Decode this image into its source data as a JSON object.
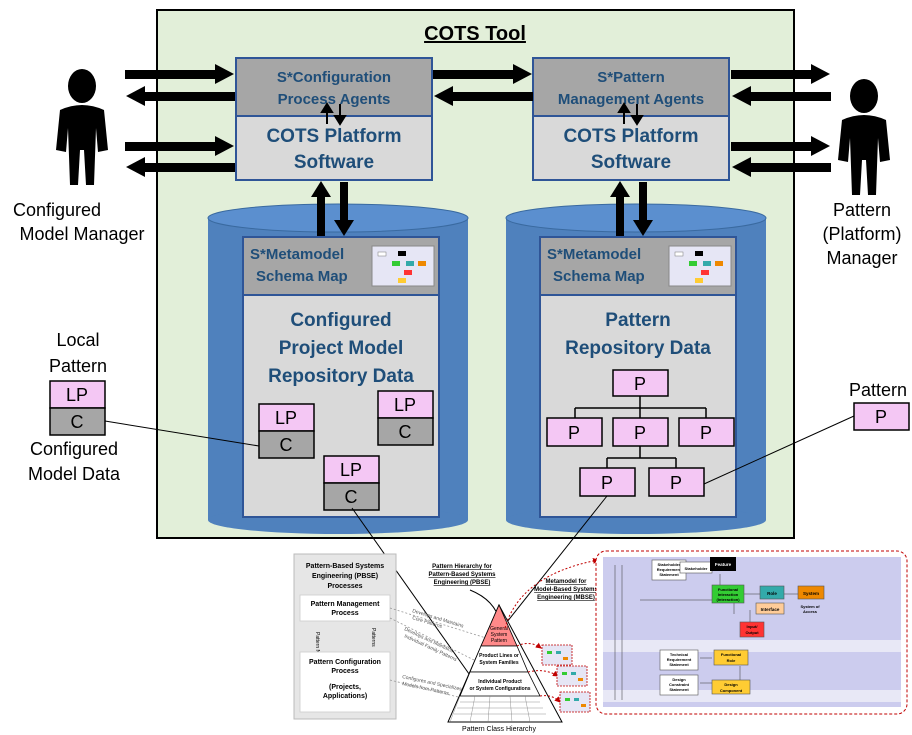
{
  "tool": {
    "title": "COTS Tool"
  },
  "left_stack": {
    "agents": [
      "S*Configuration",
      "Process  Agents"
    ],
    "platform": [
      "COTS Platform",
      "Software"
    ]
  },
  "right_stack": {
    "agents": [
      "S*Pattern",
      "Management Agents"
    ],
    "platform": [
      "COTS Platform",
      "Software"
    ]
  },
  "left_repo": {
    "schema": [
      "S*Metamodel",
      "Schema Map"
    ],
    "data": [
      "Configured",
      "Project Model",
      "Repository Data"
    ],
    "lp_label": "LP",
    "c_label": "C"
  },
  "right_repo": {
    "schema": [
      "S*Metamodel",
      "Schema Map"
    ],
    "data": [
      "Pattern",
      "Repository Data"
    ],
    "p_label": "P"
  },
  "actors": {
    "left": [
      "Configured",
      "Model Manager"
    ],
    "right": [
      "Pattern",
      "(Platform)",
      "Manager"
    ]
  },
  "legend": {
    "local_pattern": [
      "Local",
      "Pattern"
    ],
    "lp": "LP",
    "c": "C",
    "configured_model_data": [
      "Configured",
      "Model Data"
    ],
    "pattern": "Pattern",
    "p": "P"
  },
  "pbse": {
    "title": [
      "Pattern-Based Systems",
      "Engineering (PBSE)",
      "Processes"
    ],
    "mgmt": [
      "Pattern Management",
      "Process"
    ],
    "config": [
      "Pattern Configuration",
      "Process"
    ],
    "config_sub": [
      "(Projects,",
      "Applications)"
    ],
    "side_left": "Pattern Needs",
    "side_right": "Patterns",
    "note1": [
      "Develops and Maintains",
      "Core Patterns"
    ],
    "note2": [
      "Develops and Maintains",
      "Individual Family Patterns"
    ],
    "note3": [
      "Configures and Specializes",
      "Models from Patterns"
    ]
  },
  "pyramid": {
    "hier_label": [
      "Pattern Hierarchy for",
      "Pattern-Based Systems",
      "Engineering (PBSE)"
    ],
    "top": [
      "General",
      "System",
      "Pattern"
    ],
    "mid": [
      "Product Lines or",
      "System Families"
    ],
    "bottom": [
      "Individual Product",
      "or System Configurations"
    ],
    "caption": "Pattern Class Hierarchy"
  },
  "metamodel": {
    "label": [
      "Metamodel for",
      "Model-Based Systems",
      "Engineering (MBSE)"
    ],
    "boxes": {
      "stakeholder_req": [
        "Stakeholder",
        "Requirement",
        "Statement"
      ],
      "stakeholder": "Stakeholder",
      "feature": "Feature",
      "functional_interaction": [
        "Functional",
        "Interaction",
        "(Interaction)"
      ],
      "role": "Role",
      "system": "System",
      "interface": "Interface",
      "system_of_access": [
        "System of",
        "Access"
      ],
      "input_output": [
        "Input/",
        "Output"
      ],
      "technical_req": [
        "Technical",
        "Requirement",
        "Statement"
      ],
      "functional_role": [
        "Functional",
        "Role"
      ],
      "design_constraint": [
        "Design",
        "Constraint",
        "Statement"
      ],
      "design_component": [
        "Design",
        "Component"
      ]
    }
  },
  "colors": {
    "tool_bg": "#e2efd9",
    "gray_box": "#a6a6a6",
    "light_box": "#d9d9d9",
    "cylinder": "#4f81bd",
    "label_blue": "#1f4e79",
    "lp_pink": "#f4c7f4",
    "c_gray": "#a6a6a6"
  }
}
